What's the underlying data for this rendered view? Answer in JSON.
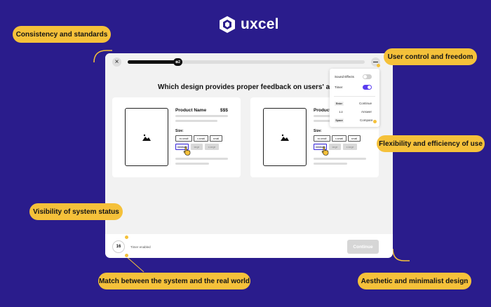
{
  "brand": {
    "name": "uxcel"
  },
  "callouts": {
    "consistency": "Consistency and standards",
    "user_control": "User control and freedom",
    "flexibility": "Flexibility and efficiency of use",
    "visibility": "Visibility of system status",
    "match": "Match between the system and the real world",
    "aesthetic": "Aesthetic and minimalist design"
  },
  "window": {
    "progress": {
      "fraction": 0.21,
      "badge": "⊗2"
    },
    "question": "Which design provides proper feedback on users' actions?",
    "cards": [
      {
        "title": "Product Name",
        "price": "$$$",
        "size_label": "Size:",
        "sizes": [
          "xx-small",
          "x-small",
          "small",
          "medium",
          "large",
          "x-large"
        ],
        "selected": "medium"
      },
      {
        "title": "Product Name",
        "price": "$$$",
        "size_label": "Size:",
        "sizes": [
          "xx-small",
          "x-small",
          "small",
          "medium",
          "large",
          "x-large"
        ],
        "selected": "medium"
      }
    ],
    "settings": {
      "sound_effects_label": "Sound Effects",
      "sound_effects_on": false,
      "timer_label": "Timer",
      "timer_on": true,
      "shortcuts": [
        {
          "key": "Enter",
          "action": "Continue"
        },
        {
          "key": "1  2",
          "action": "Answer"
        },
        {
          "key": "Space",
          "action": "Compare"
        }
      ]
    },
    "timer": {
      "value": "16",
      "label": "Timer enabled"
    },
    "continue_label": "Continue"
  },
  "colors": {
    "background": "#2a1c8c",
    "callout": "#f5c13a",
    "accent": "#5b3df0"
  }
}
